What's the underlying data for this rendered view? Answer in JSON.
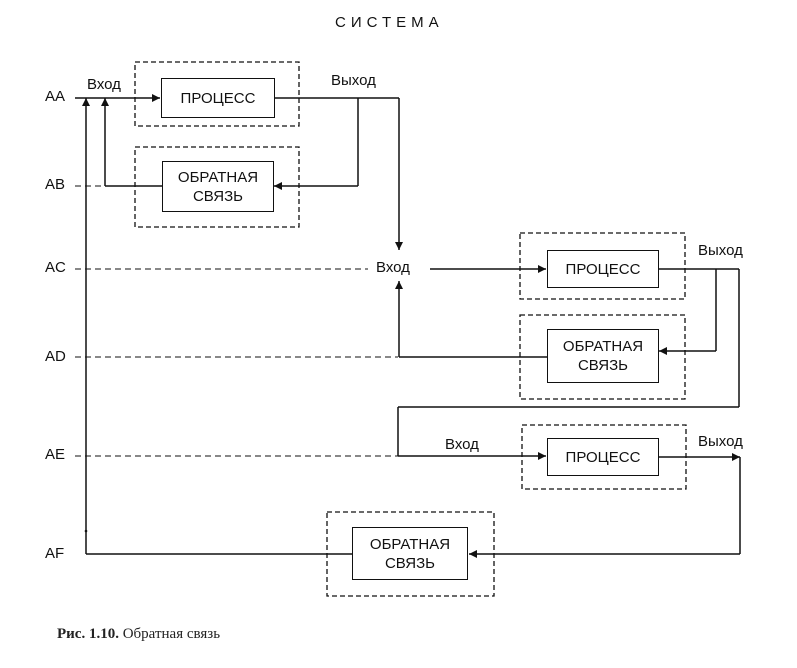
{
  "title": "СИСТЕМА",
  "rows": [
    "AA",
    "AB",
    "AC",
    "AD",
    "AE",
    "AF"
  ],
  "units": [
    {
      "input_label": "Вход",
      "process_label": "ПРОЦЕСС",
      "output_label": "Выход",
      "feedback_label": "ОБРАТНАЯ СВЯЗЬ"
    },
    {
      "input_label": "Вход",
      "process_label": "ПРОЦЕСС",
      "output_label": "Выход",
      "feedback_label": "ОБРАТНАЯ СВЯЗЬ"
    },
    {
      "input_label": "Вход",
      "process_label": "ПРОЦЕСС",
      "output_label": "Выход",
      "feedback_label": "ОБРАТНАЯ СВЯЗЬ"
    }
  ],
  "caption": {
    "number": "Рис. 1.10.",
    "text": "Обратная связь"
  }
}
